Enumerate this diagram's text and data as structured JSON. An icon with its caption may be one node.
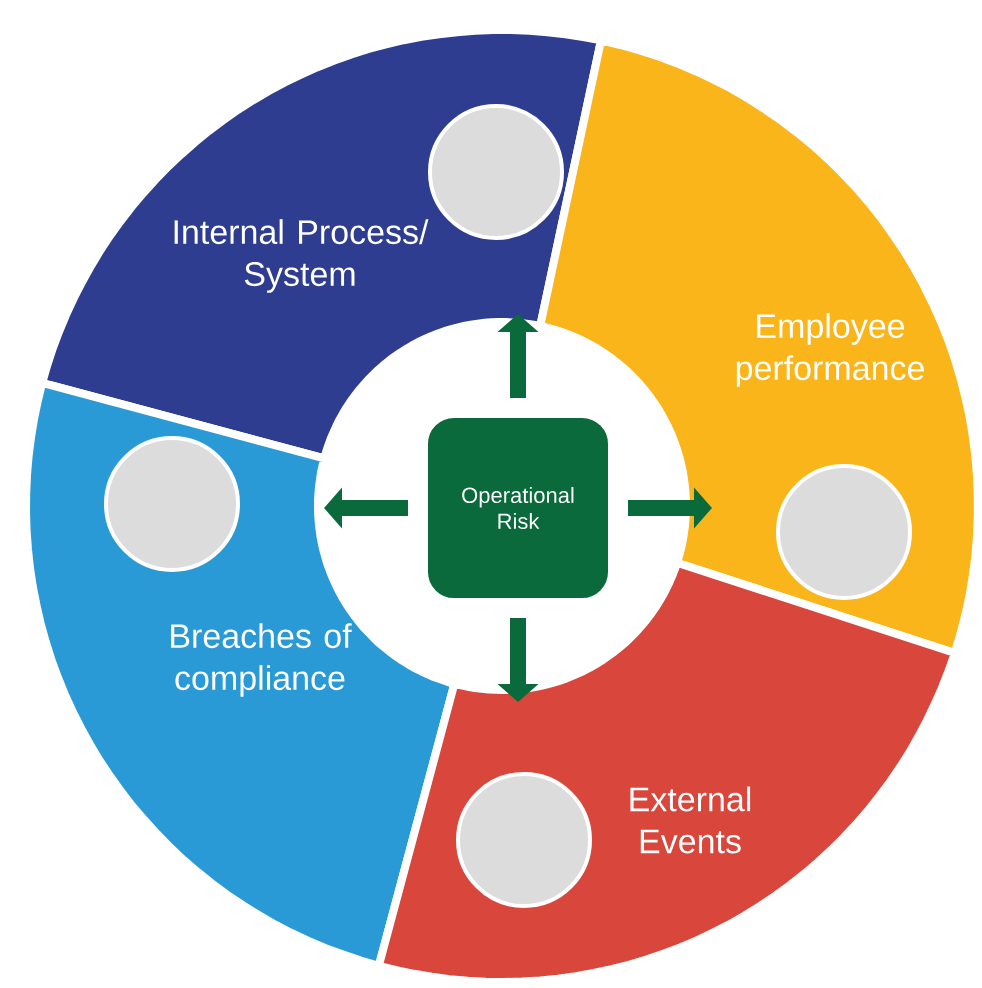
{
  "diagram": {
    "nodes": [
      {
        "text": [
          "Internal Process/ System"
        ]
      },
      {
        "text": [],
        "shape": "circle",
        "in": 0
      },
      {
        "text": [
          "Employee performance"
        ]
      },
      {
        "text": [],
        "shape": "circle",
        "in": 2
      },
      {
        "text": [
          "Breaches of compliance"
        ]
      },
      {
        "text": [],
        "shape": "circle",
        "in": 4
      },
      {
        "text": [
          "External Events"
        ]
      },
      {
        "text": [],
        "shape": "circle",
        "in": 6
      },
      {
        "text": [
          "Operational Risk"
        ]
      }
    ],
    "edges": [
      {
        "from": 8,
        "to": 0,
        "arrow": "to"
      },
      {
        "from": 8,
        "to": 2,
        "arrow": "to"
      },
      {
        "from": 8,
        "to": 6,
        "arrow": "to"
      },
      {
        "from": 8,
        "to": 4,
        "arrow": "to"
      }
    ]
  }
}
